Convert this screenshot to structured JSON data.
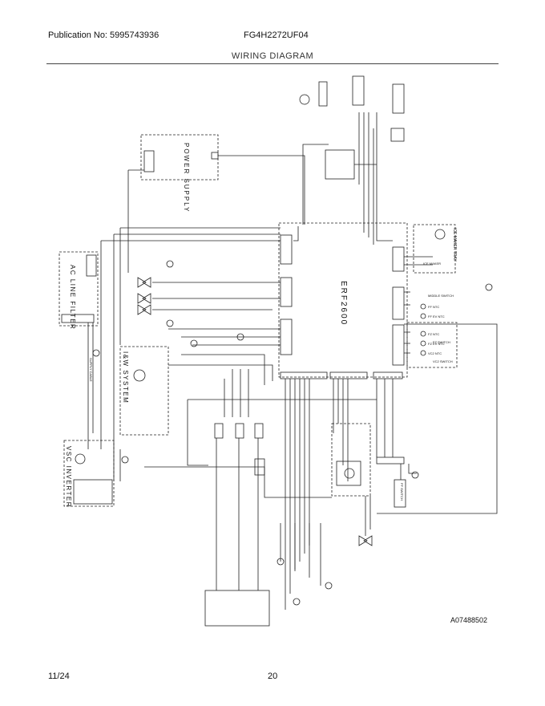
{
  "header": {
    "publication": "Publication No: 5995743936",
    "model": "FG4H2272UF04",
    "title": "WIRING DIAGRAM"
  },
  "diagram": {
    "power_supply": "POWER SUPPLY",
    "ac_line_filter": "AC LINE FILTER",
    "iw_system": "I&W SYSTEM",
    "vsc_inverter": "VSC INVERTER",
    "control_board": "ERF2600",
    "ice_maker": "ICE MAKER TRAY",
    "ff_ntc": "FF NTC",
    "ff_ev_ntc": "FF EV NTC",
    "fz_ntc": "FZ NTC",
    "fz_ev_ntc": "FZ EV NTC",
    "vc2_ntc": "VC2 NTC",
    "ff_switch": "FF SWITCH",
    "middle_switch": "MIDDLE SWITCH",
    "fz_switch": "FZ SWITCH",
    "vc2_switch": "VC2 SWITCH",
    "ice_maker_label": "ICE MAKER",
    "supply_cable": "SUPPLY CABLE"
  },
  "footer": {
    "date": "11/24",
    "page": "20",
    "figure_number": "A07488502"
  }
}
